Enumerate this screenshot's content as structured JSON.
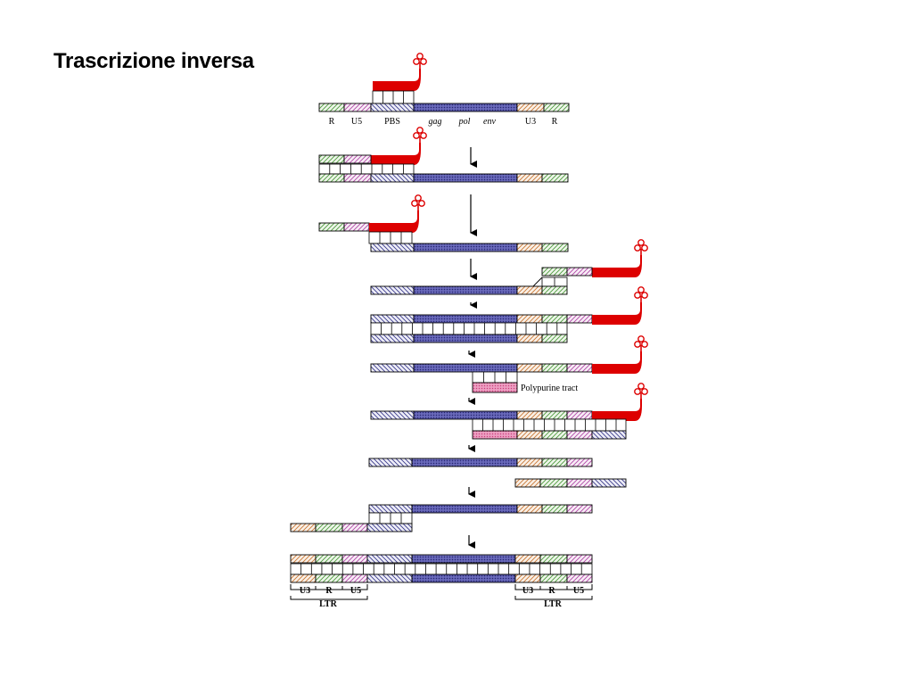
{
  "page_title": "Trascrizione inversa",
  "labels": {
    "r": "R",
    "u5": "U5",
    "pbs": "PBS",
    "gag": "gag",
    "pol": "pol",
    "env": "env",
    "u3": "U3",
    "polypurine_tract": "Polypurine tract",
    "ltr": "LTR"
  },
  "colors": {
    "r": "#4f9a3f",
    "u5": "#b04aa8",
    "pbs": "#3c3c8c",
    "gagpolenv": "#5a5ab0",
    "u3": "#c87838",
    "ppt": "#c8407a",
    "trna": "#dd0000"
  }
}
